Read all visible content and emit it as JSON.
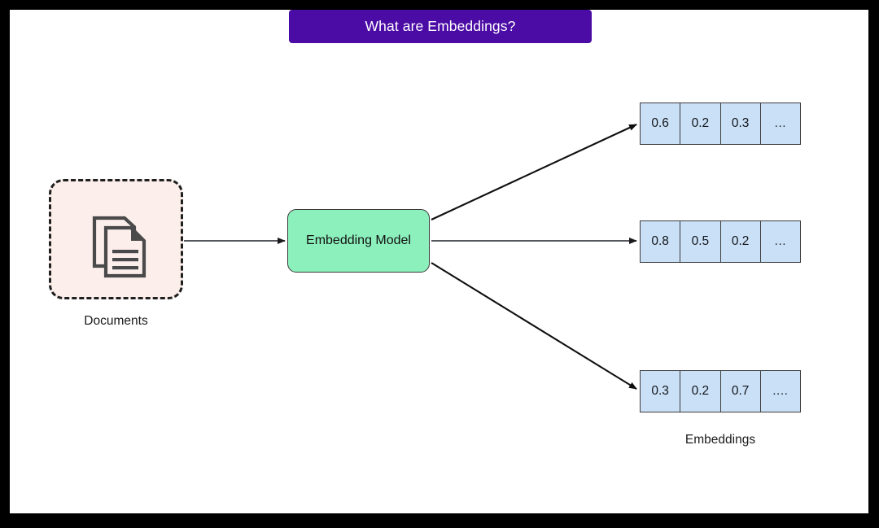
{
  "banner": {
    "title": "What are Embeddings?",
    "background_color": "#4B0BA5",
    "text_color": "#FFFFFF"
  },
  "diagram": {
    "type": "flow-diagram",
    "source": {
      "label": "Documents",
      "icon": "documents-stack-icon",
      "fill_color": "#FCEEEA",
      "border_style": "dashed",
      "border_color": "#1F1F1F"
    },
    "process": {
      "label": "Embedding Model",
      "fill_color": "#8CF0BC",
      "border_color": "#3A3A3A"
    },
    "output": {
      "label": "Embeddings",
      "cell_fill_color": "#C9E0F7",
      "cell_border_color": "#3D3D3D",
      "vectors": [
        {
          "cells": [
            "0.6",
            "0.2",
            "0.3",
            "..."
          ]
        },
        {
          "cells": [
            "0.8",
            "0.5",
            "0.2",
            "..."
          ]
        },
        {
          "cells": [
            "0.3",
            "0.2",
            "0.7",
            "...."
          ]
        }
      ]
    },
    "connectors": [
      {
        "from": "documents",
        "to": "embedding-model",
        "style": "straight",
        "color": "#55585c"
      },
      {
        "from": "embedding-model",
        "to": "vector-row-1",
        "style": "diagonal-up",
        "color": "#111111"
      },
      {
        "from": "embedding-model",
        "to": "vector-row-2",
        "style": "straight",
        "color": "#55585c"
      },
      {
        "from": "embedding-model",
        "to": "vector-row-3",
        "style": "diagonal-down",
        "color": "#111111"
      }
    ]
  }
}
